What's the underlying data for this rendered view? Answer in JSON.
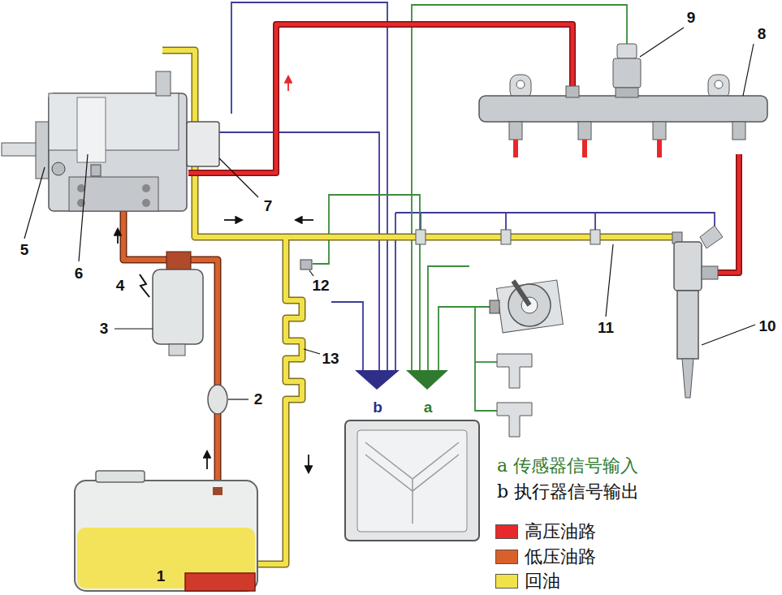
{
  "diagram": {
    "labels": [
      "1",
      "2",
      "3",
      "4",
      "5",
      "6",
      "7",
      "8",
      "9",
      "10",
      "11",
      "12",
      "13",
      "b",
      "a",
      "a 传感器信号输入",
      "b 执行器信号输出"
    ],
    "legend": [
      {
        "text": "高压油路",
        "color": "#e8282a"
      },
      {
        "text": "低压油路",
        "color": "#d9602a"
      },
      {
        "text": "回油",
        "color": "#f2e24a"
      }
    ]
  }
}
